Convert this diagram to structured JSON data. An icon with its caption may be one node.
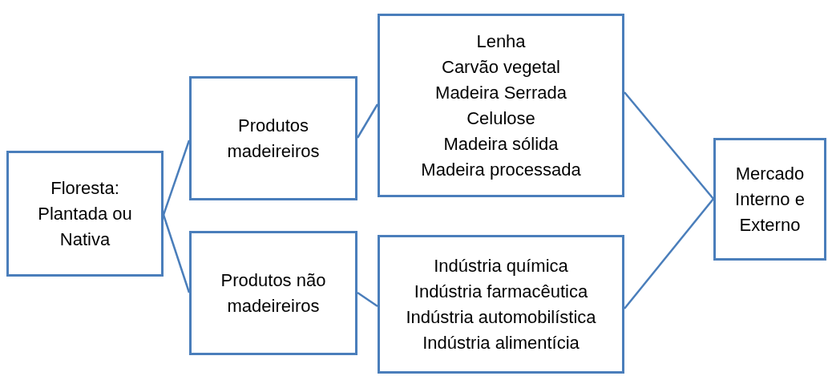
{
  "diagram": {
    "nodes": [
      {
        "text": [
          "Floresta: Plantada ou Nativa"
        ]
      },
      {
        "text": [
          "Produtos madeireiros"
        ]
      },
      {
        "text": [
          "Lenha",
          "Carvão vegetal",
          "Madeira Serrada",
          "Celulose",
          "Madeira sólida",
          "Madeira processada"
        ]
      },
      {
        "text": [
          "Produtos não madeireiros"
        ]
      },
      {
        "text": [
          "Indústria química",
          "Indústria farmacêutica",
          "Indústria automobilística",
          "Indústria alimentícia"
        ]
      },
      {
        "text": [
          "Mercado Interno e Externo"
        ]
      }
    ],
    "edges": [
      {
        "from": 0,
        "to": 1,
        "arrow": "none"
      },
      {
        "from": 0,
        "to": 3,
        "arrow": "none"
      },
      {
        "from": 1,
        "to": 2,
        "arrow": "none"
      },
      {
        "from": 3,
        "to": 4,
        "arrow": "none"
      },
      {
        "from": 2,
        "to": 5,
        "arrow": "none"
      },
      {
        "from": 4,
        "to": 5,
        "arrow": "none"
      }
    ]
  }
}
